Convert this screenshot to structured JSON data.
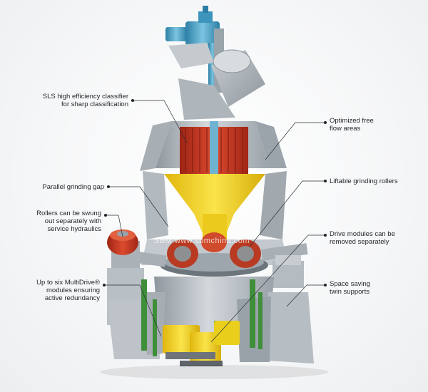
{
  "figure": {
    "labels": {
      "classifier": "SLS high efficiency classifier\nfor sharp classification",
      "parallel_gap": "Parallel grinding gap",
      "rollers_swung": "Rollers can be swung\nout separately with\nservice hydraulics",
      "multidrive": "Up to six MultiDrive®\nmodules ensuring\nactive redundancy",
      "free_flow": "Optimized free\nflow areas",
      "liftable_rollers": "Liftable grinding rollers",
      "drive_modules": "Drive modules can be\nremoved separately",
      "twin_supports": "Space saving\ntwin supports"
    },
    "watermark": "SBM www.sbmchina.com",
    "colors": {
      "housing": "#b9c0c6",
      "housing_dark": "#8d959c",
      "classifier_red": "#c8321f",
      "cone_yellow": "#f2d41a",
      "drive_yellow": "#f0de1e",
      "roller_red": "#d4482a",
      "motor_blue": "#4aa3c8",
      "frame_green": "#3f8f3a"
    }
  }
}
